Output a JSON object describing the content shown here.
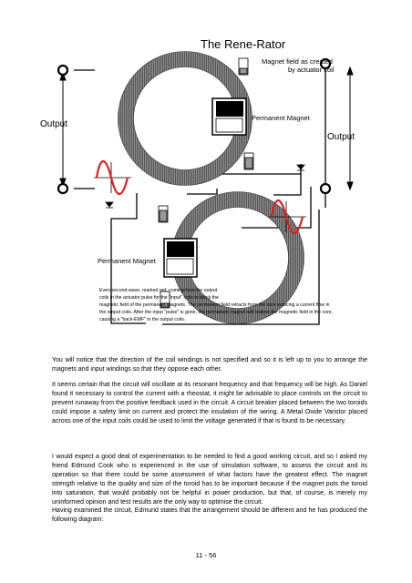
{
  "figure": {
    "title": "The Rene-Rator",
    "magnet_note_line1": "Magnet field as created",
    "magnet_note_line2": "by actuator coil",
    "permanent_magnet_top": "Permanent Magnet",
    "permanent_magnet_bottom": "Permanent Magnet",
    "output_left": "Output",
    "output_right": "Output",
    "caption_lines": [
      "Even-second-wave, marked red, coming from the output",
      "coils in the actuator pulse for the \"input\" coils to block the",
      "magnetic field of the permanent magnets. The permanent field retracts from the core inducing a current flow in",
      "the output coils. After the input \"pulse\" is gone, the permanent magnet will restore the magnetic field in the core,",
      "causing a \"back-EMF\" in the output coils."
    ]
  },
  "paragraphs": [
    "You will notice that the direction of the coil windings is not specified and so it is left up to you to arrange the magnets and input windings so that they oppose each other.",
    "It seems certain that the circuit will oscillate at its resonant frequency and that frequency will be high.  As Daniel found it necessary to control the current with a rheostat, it might be advisable to place controls on the circuit to prevent runaway from the positive feedback used in the circuit.  A circuit breaker placed between the two toroids could impose a safety limit on current and protect the insulation of the wiring.  A Metal Oxide Varistor placed across one of the input coils could be used to limit the voltage generated if that is found to be necessary.",
    "I would expect a good deal of experimentation to be needed to find a good working circuit, and so I asked my friend Edmund Cook who is experienced in the use of simulation software, to assess the circuit and its operation so that there could be some assessment of what factors have the greatest effect.  The magnet strength relative to the quality and size of the toroid has to be important because if the magnet puts the toroid into saturation, that would probably not be helpful in power production, but that, of course, is merely my uninformed opinion and test results are the only way to optimise the circuit.",
    "Having examined the circuit, Edmund states that the arrangement should be different and he has produced the following diagram:"
  ],
  "page_number": "11 - 56"
}
